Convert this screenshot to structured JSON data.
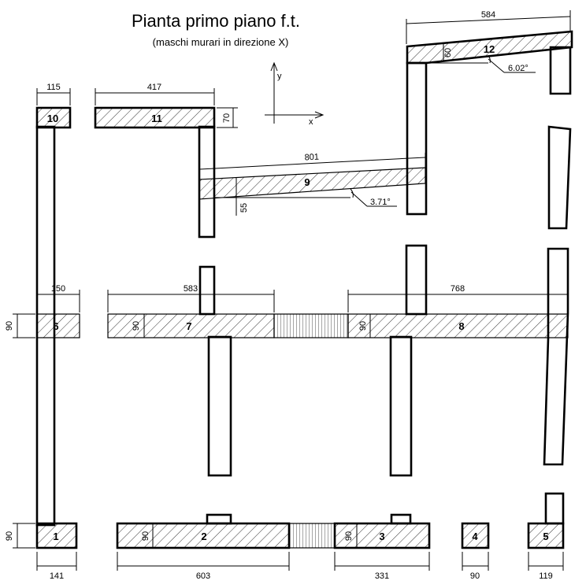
{
  "title": "Pianta primo piano f.t.",
  "subtitle": "(maschi murari in direzione X)",
  "axes": {
    "x": "x",
    "y": "y"
  },
  "piers": {
    "p1": "1",
    "p2": "2",
    "p3": "3",
    "p4": "4",
    "p5": "5",
    "p6": "6",
    "p7": "7",
    "p8": "8",
    "p9": "9",
    "p10": "10",
    "p11": "11",
    "p12": "12"
  },
  "dimensions": {
    "d584": "584",
    "d115": "115",
    "d417": "417",
    "d70": "70",
    "d801": "801",
    "d55": "55",
    "d60": "60",
    "d150": "150",
    "d583": "583",
    "d768": "768",
    "d90_left_mid": "90",
    "d90_7": "90",
    "d90_8": "90",
    "d90_left_bot": "90",
    "d90_2": "90",
    "d90_3": "90",
    "d141": "141",
    "d603": "603",
    "d331": "331",
    "d90_4": "90",
    "d119": "119"
  },
  "angles": {
    "a9": "3.71°",
    "a12": "6.02°"
  }
}
